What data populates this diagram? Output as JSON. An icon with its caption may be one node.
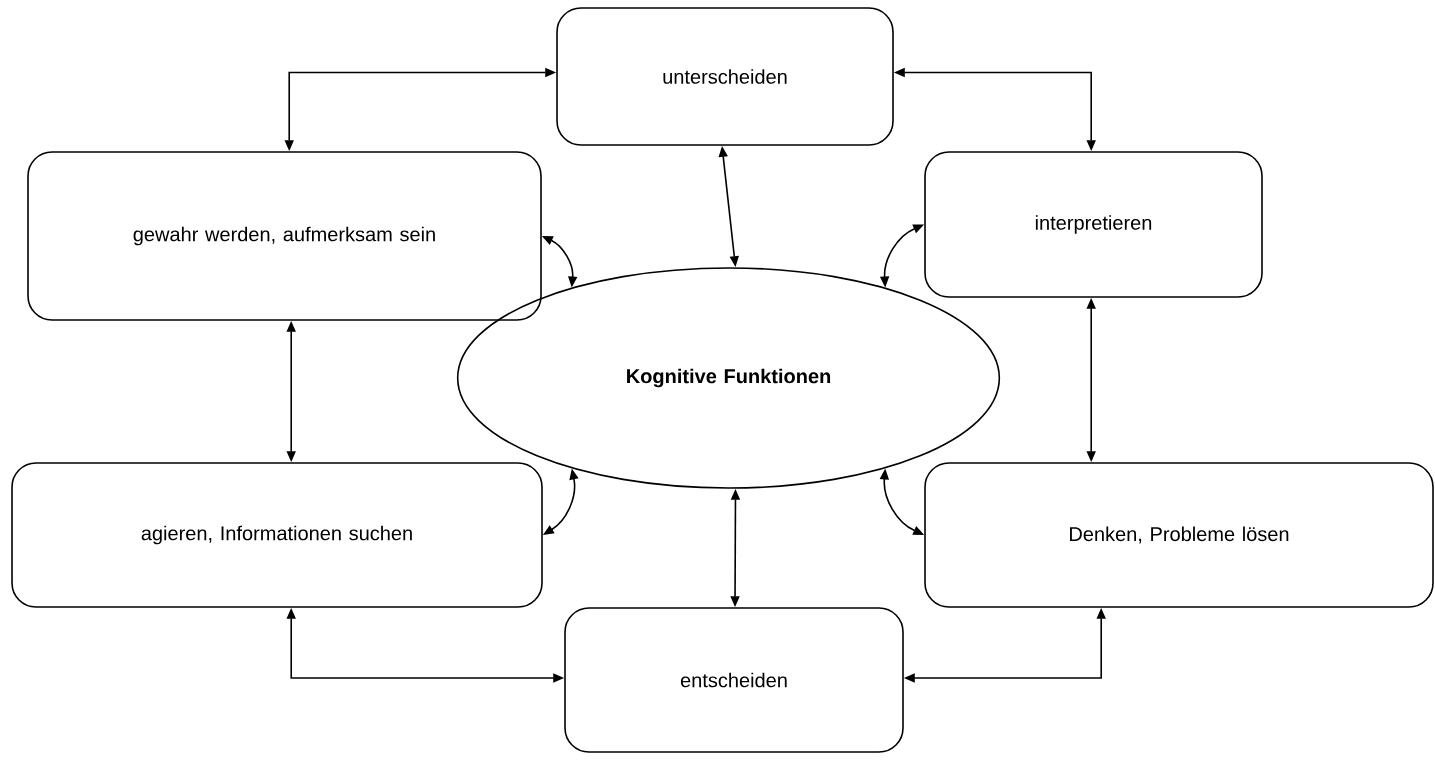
{
  "diagram": {
    "nodes": [
      {
        "text": [
          "**Kognitive Funktionen**"
        ]
      },
      {
        "text": [
          "unterscheiden"
        ]
      },
      {
        "text": [
          "gewahr werden, aufmerksam sein"
        ]
      },
      {
        "text": [
          "interpretieren"
        ]
      },
      {
        "text": [
          "agieren, Informationen suchen"
        ]
      },
      {
        "text": [
          "Denken, Probleme lösen"
        ]
      },
      {
        "text": [
          "entscheiden"
        ]
      }
    ],
    "edges": [
      {
        "from": 2,
        "to": 1,
        "arrow": "both"
      },
      {
        "from": 1,
        "to": 3,
        "arrow": "both"
      },
      {
        "from": 1,
        "to": 0,
        "arrow": "both"
      },
      {
        "from": 2,
        "to": 0,
        "arrow": "both"
      },
      {
        "from": 3,
        "to": 0,
        "arrow": "both"
      },
      {
        "from": 2,
        "to": 4,
        "arrow": "both"
      },
      {
        "from": 3,
        "to": 5,
        "arrow": "both"
      },
      {
        "from": 4,
        "to": 0,
        "arrow": "both"
      },
      {
        "from": 5,
        "to": 0,
        "arrow": "both"
      },
      {
        "from": 6,
        "to": 0,
        "arrow": "both"
      },
      {
        "from": 4,
        "to": 6,
        "arrow": "both"
      },
      {
        "from": 6,
        "to": 5,
        "arrow": "both"
      }
    ]
  }
}
